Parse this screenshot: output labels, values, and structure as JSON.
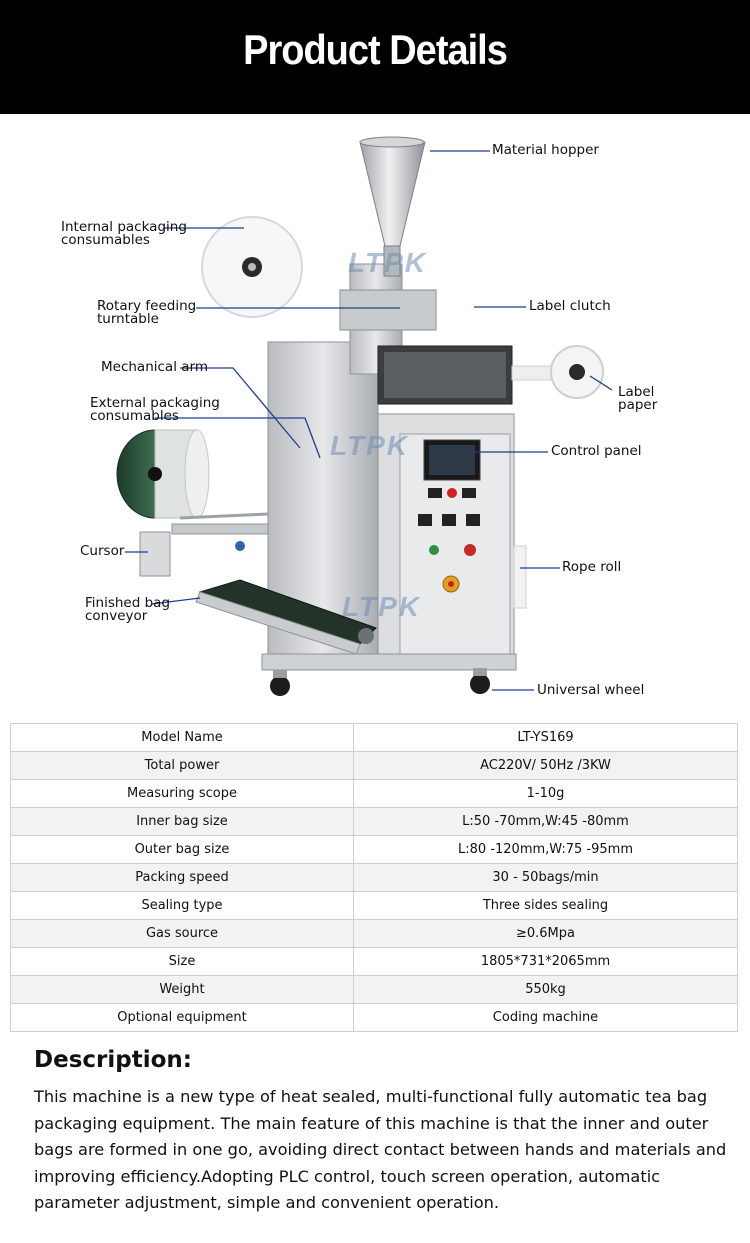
{
  "header": {
    "title": "Product Details"
  },
  "figure": {
    "watermark": "LTPK",
    "callouts": {
      "material_hopper": [
        "Material hopper"
      ],
      "internal_packaging": [
        "Internal packaging",
        "consumables"
      ],
      "rotary_feeding": [
        "Rotary feeding",
        "turntable"
      ],
      "label_clutch": [
        "Label clutch"
      ],
      "mechanical_arm": [
        "Mechanical arm"
      ],
      "label_paper": [
        "Label",
        "paper"
      ],
      "external_packaging": [
        "External packaging",
        "consumables"
      ],
      "control_panel": [
        "Control panel"
      ],
      "cursor": [
        "Cursor"
      ],
      "rope_roll": [
        "Rope roll"
      ],
      "finished_bag": [
        "Finished bag",
        "conveyor"
      ],
      "universal_wheel": [
        "Universal wheel"
      ]
    }
  },
  "specs": [
    {
      "name": "Model Name",
      "value": "LT-YS169"
    },
    {
      "name": "Total power",
      "value": "AC220V/ 50Hz /3KW"
    },
    {
      "name": "Measuring scope",
      "value": "1-10g"
    },
    {
      "name": "Inner bag size",
      "value": "L:50 -70mm,W:45 -80mm"
    },
    {
      "name": "Outer bag size",
      "value": "L:80 -120mm,W:75 -95mm"
    },
    {
      "name": "Packing speed",
      "value": "30 - 50bags/min"
    },
    {
      "name": "Sealing type",
      "value": "Three sides sealing"
    },
    {
      "name": "Gas source",
      "value": "≥0.6Mpa"
    },
    {
      "name": "Size",
      "value": "1805*731*2065mm"
    },
    {
      "name": "Weight",
      "value": "550kg"
    },
    {
      "name": "Optional equipment",
      "value": "Coding machine"
    }
  ],
  "description": {
    "heading": "Description:",
    "body": "This machine is a new type of heat sealed, multi-functional fully automatic tea bag packaging equipment. The main feature of this machine is that the inner and outer bags are formed in one go, avoiding direct contact between hands and materials and improving efficiency.Adopting PLC control, touch screen operation, automatic parameter adjustment, simple and convenient operation."
  },
  "colors": {
    "banner": "#000000",
    "accent_line": "#1f3f8f",
    "table_border": "#cfcfcf",
    "row_alt": "#f2f2f2"
  }
}
